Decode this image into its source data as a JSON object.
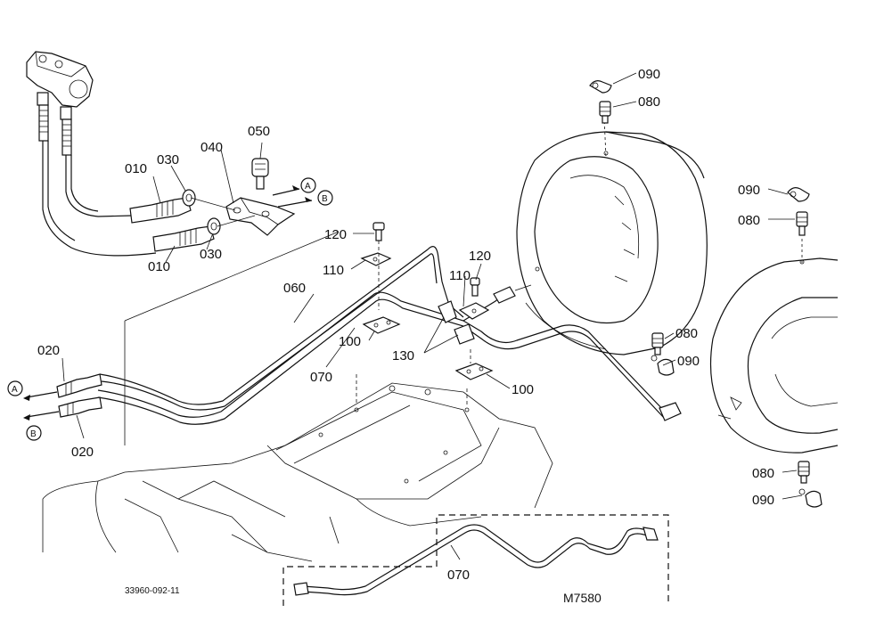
{
  "callouts": {
    "p010a": "010",
    "p010b": "010",
    "p020a": "020",
    "p020b": "020",
    "p030a": "030",
    "p030b": "030",
    "p040": "040",
    "p050": "050",
    "p060": "060",
    "p070a": "070",
    "p070b": "070",
    "p080a": "080",
    "p080b": "080",
    "p080c": "080",
    "p080d": "080",
    "p090a": "090",
    "p090b": "090",
    "p090c": "090",
    "p090d": "090",
    "p100a": "100",
    "p100b": "100",
    "p110a": "110",
    "p110b": "110",
    "p120a": "120",
    "p120b": "120",
    "p130": "130"
  },
  "port_markers": {
    "a_right": "A",
    "b_right": "B",
    "a_left": "A",
    "b_left": "B"
  },
  "drawing_number": "33960-092-11",
  "figure_code": "M7580"
}
